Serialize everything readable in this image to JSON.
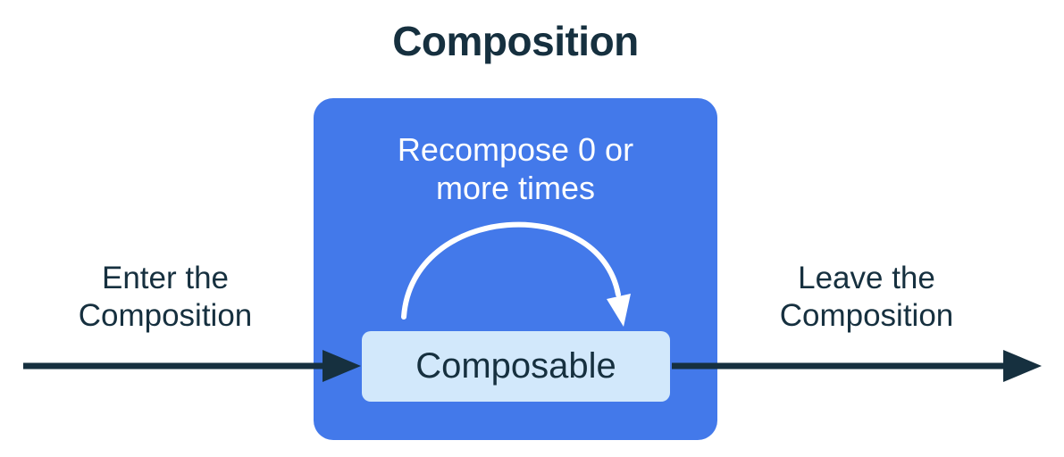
{
  "title": "Composition",
  "composition_box": {
    "recompose_label": {
      "line1": "Recompose 0 or",
      "line2": "more times"
    },
    "composable_label": "Composable"
  },
  "enter_label": {
    "line1": "Enter the",
    "line2": "Composition"
  },
  "leave_label": {
    "line1": "Leave the",
    "line2": "Composition"
  },
  "icons": {
    "recompose_arc": "recompose-loop-arrow",
    "flow_left": "flow-arrow-left",
    "flow_right": "flow-arrow-right"
  },
  "colors": {
    "ink": "#16303F",
    "blue": "#4379EA",
    "light": "#D2E8FB",
    "white": "#FFFFFF",
    "bg": "#FFFFFF"
  }
}
